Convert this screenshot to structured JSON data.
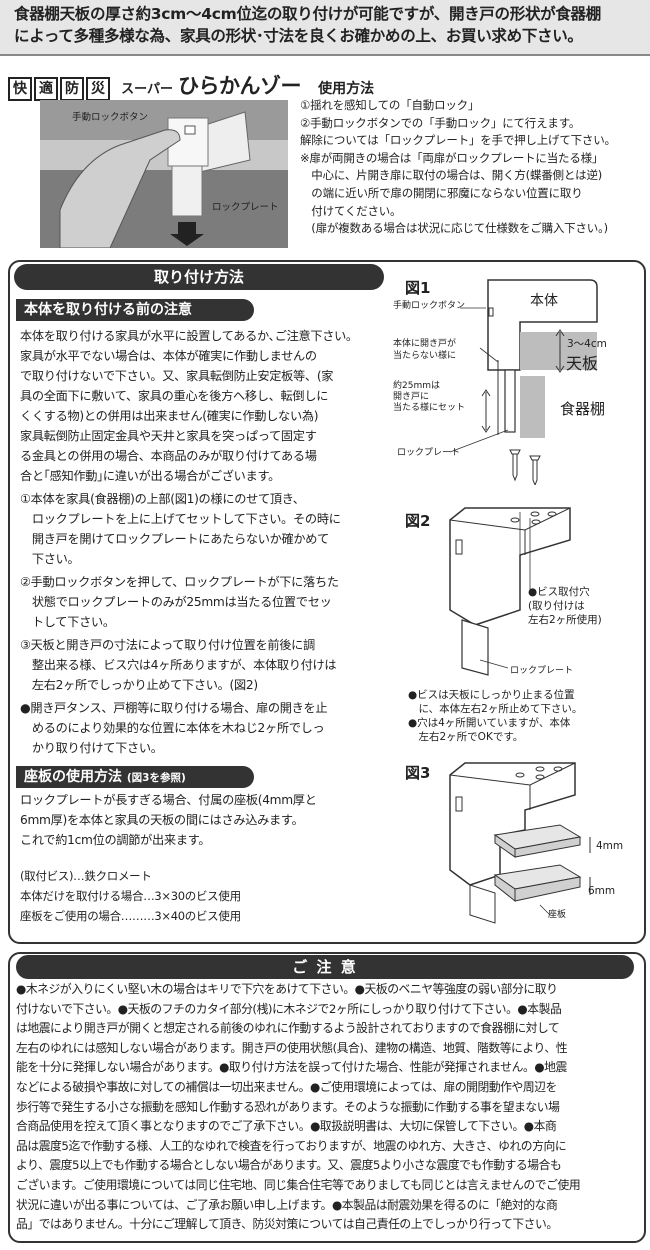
{
  "top_notice": {
    "line1": "食器棚天板の厚さ約3cm〜4cm位迄の取り付けが可能ですが、開き戸の形状が食器棚",
    "line2": "によって多種多様な為、家具の形状･寸法を良くお確かめの上、お買い求め下さい。"
  },
  "product": {
    "badges": [
      "快",
      "適",
      "防",
      "災"
    ],
    "super_label": "スーパー",
    "name": "ひらかんゾー",
    "usage_title": "使用方法"
  },
  "product_photo": {
    "lock_button_label": "手動ロックボタン",
    "lock_plate_label": "ロックプレート"
  },
  "usage_lines": [
    "①揺れを感知しての「自動ロック」",
    "②手動ロックボタンでの「手動ロック」にて行えます。",
    "解除については「ロックプレート」を手で押し上げて下さい。",
    "※扉が両開きの場合は「両扉がロックプレートに当たる様」",
    "　中心に、片開き扉に取付の場合は、開く方(蝶番側とは逆)",
    "　の端に近い所で扉の開閉に邪魔にならない位置に取り",
    "　付けてください。",
    "　(扉が複数ある場合は状況に応じて仕様数をご購入下さい。)"
  ],
  "mounting": {
    "title": "取り付け方法",
    "before_title": "本体を取り付ける前の注意",
    "before_lines": [
      "本体を取り付ける家具が水平に設置してあるか､ご注意下さい｡",
      "家具が水平でない場合は、本体が確実に作動しませんの",
      "で取り付けないで下さい。又、家具転倒防止安定板等、(家",
      "具の全面下に敷いて、家具の重心を後方へ移し、転倒しに",
      "くくする物)との併用は出来ません(確実に作動しない為)",
      "家具転倒防止固定金具や天井と家具を突っぱって固定す",
      "る金具との併用の場合、本商品のみが取り付けてある場",
      "合と｢感知作動｣に違いが出る場合がございます。",
      "①本体を家具(食器棚)の上部(図1)の様にのせて頂き、",
      "　ロックプレートを上に上げてセットして下さい。その時に",
      "　開き戸を開けてロックプレートにあたらないか確かめて",
      "　下さい。",
      "②手動ロックボタンを押して、ロックプレートが下に落ちた",
      "　状態でロックプレートのみが25mmは当たる位置でセッ",
      "　トして下さい。",
      "③天板と開き戸の寸法によって取り付け位置を前後に調",
      "　整出来る様、ビス穴は4ヶ所ありますが、本体取り付けは",
      "　左右2ヶ所でしっかり止めて下さい。(図2)",
      "●開き戸タンス、戸棚等に取り付ける場合、扉の開きを止",
      "　めるのにより効果的な位置に本体を木ねじ2ヶ所でしっ",
      "　かり取り付けて下さい。"
    ],
    "base_title": "座板の使用方法",
    "base_ref": "(図3を参照)",
    "base_lines": [
      "ロックプレートが長すぎる場合、付属の座板(4mm厚と",
      "6mm厚)を本体と家具の天板の間にはさみ込みます。",
      "これで約1cm位の調節が出来ます。"
    ],
    "screw_lines": [
      "(取付ビス)…鉄クロメート",
      "本体だけを取付ける場合…3×30のビス使用",
      "座板をご使用の場合………3×40のビス使用"
    ]
  },
  "fig1": {
    "label": "図1",
    "lock_button": "手動ロックボタン",
    "body": "本体",
    "door_note": [
      "本体に開き戸が",
      "当たらない様に"
    ],
    "thickness": "3〜4cm",
    "top_board": "天板",
    "set_note": [
      "約25mmは",
      "開き戸に",
      "当たる様にセット"
    ],
    "cabinet": "食器棚",
    "lock_plate": "ロックプレート"
  },
  "fig2": {
    "label": "図2",
    "hole_note": [
      "●ビス取付穴",
      "(取り付けは",
      "左右2ヶ所使用)"
    ],
    "lock_plate": "ロックプレート",
    "notes": [
      "●ビスは天板にしっかり止まる位置",
      "　に、本体左右2ヶ所止めて下さい。",
      "●穴は4ヶ所開いていますが、本体",
      "　左右2ヶ所でOKです。"
    ]
  },
  "fig3": {
    "label": "図3",
    "thick1": "4mm",
    "thick2": "6mm",
    "base_label": "座板"
  },
  "caution": {
    "title": "ご 注 意",
    "lines": [
      "●木ネジが入りにくい堅い木の場合はキリで下穴をあけて下さい。●天板のベニヤ等強度の弱い部分に取り",
      "付けないで下さい。●天板のフチのカタイ部分(桟)に木ネジで2ヶ所にしっかり取り付けて下さい。●本製品",
      "は地震により開き戸が開くと想定される前後のゆれに作動するよう設計されておりますので食器棚に対して",
      "左右のゆれには感知しない場合があります。開き戸の使用状態(具合)、建物の構造、地質、階数等により、性",
      "能を十分に発揮しない場合があります。●取り付け方法を誤って付けた場合、性能が発揮されません。●地震",
      "などによる破損や事故に対しての補償は一切出来ません。●ご使用環境によっては、扉の開閉動作や周辺を",
      "歩行等で発生する小さな振動を感知し作動する恐れがあります。そのような振動に作動する事を望まない場",
      "合商品使用を控えて頂く事となりますのでご了承下さい。●取扱説明書は、大切に保管して下さい。●本商",
      "品は震度5迄で作動する様、人工的なゆれで検査を行っておりますが、地震のゆれ方、大きさ、ゆれの方向に",
      "より、震度5以上でも作動する場合としない場合があります。又、震度5より小さな震度でも作動する場合も",
      "ございます。ご使用環境については同じ住宅地、同じ集合住宅等でありましても同じとは言えませんのでご使用",
      "状況に違いが出る事については、ご了承お願い申し上げます。●本製品は耐震効果を得るのに「絶対的な商",
      "品」ではありません。十分にご理解して頂き、防災対策については自己責任の上でしっかり行って下さい。"
    ]
  }
}
